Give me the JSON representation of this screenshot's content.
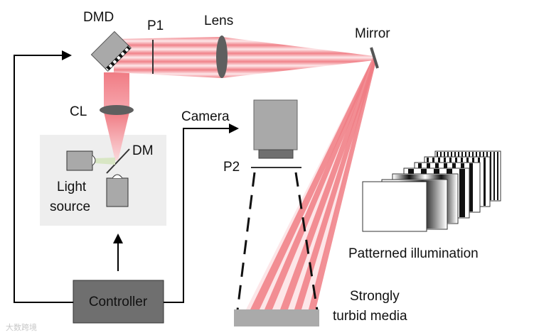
{
  "labels": {
    "dmd": "DMD",
    "p1": "P1",
    "lens": "Lens",
    "mirror": "Mirror",
    "cl": "CL",
    "camera": "Camera",
    "dm": "DM",
    "p2": "P2",
    "light_source_line1": "Light",
    "light_source_line2": "source",
    "controller": "Controller",
    "patterned_illumination": "Patterned illumination",
    "strongly": "Strongly",
    "turbid_media": "turbid media"
  },
  "watermark": "大数跨境",
  "colors": {
    "beam_red": "#f07c84",
    "beam_pink": "#fbd9dc",
    "device_gray": "#a9a9a9",
    "controller_gray": "#6f6f6f",
    "panel_gray": "#eeeeee",
    "media_gray": "#aaaaaa"
  },
  "icons": [
    "dmd-chip-icon",
    "lens-icon",
    "mirror-icon",
    "cylindrical-lens-icon",
    "camera-icon",
    "light-source-icon",
    "dichroic-mirror-icon",
    "polarizer-icon"
  ]
}
